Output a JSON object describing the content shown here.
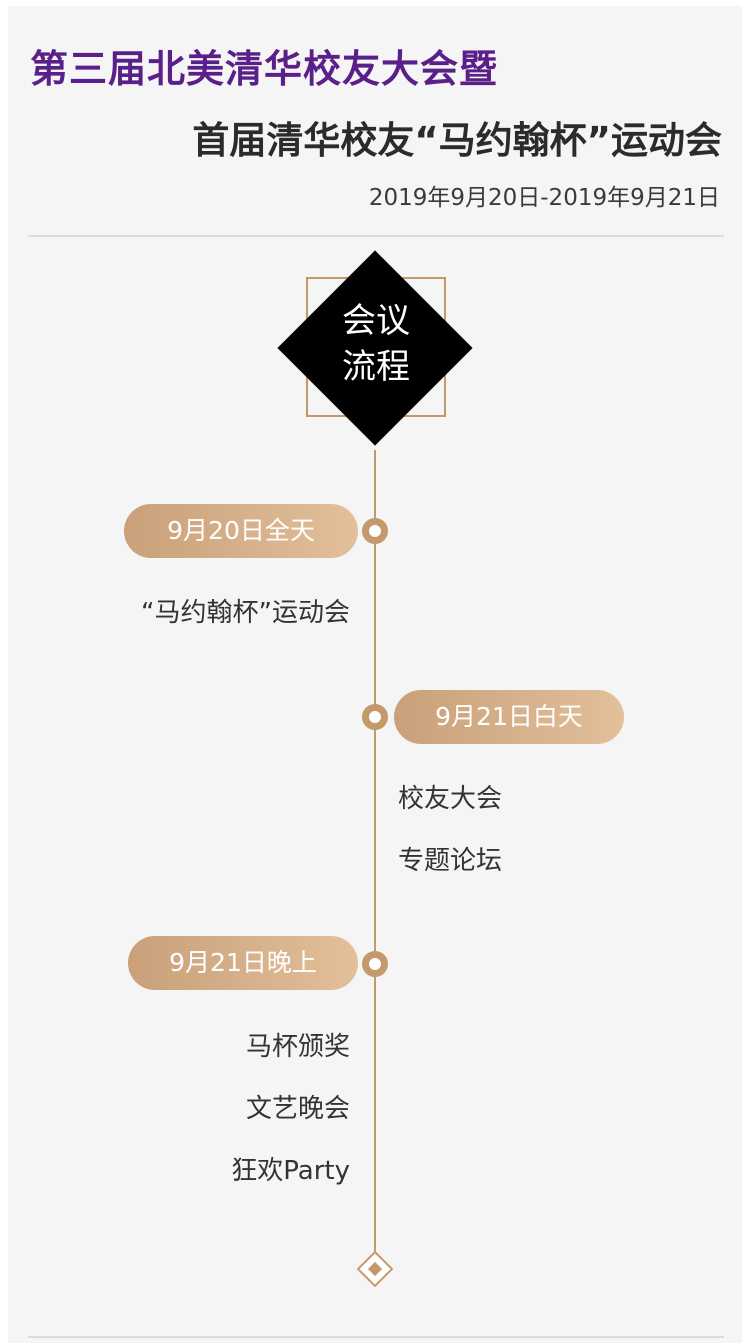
{
  "header": {
    "title_line1": "第三届北美清华校友大会暨",
    "title_line2": "首届清华校友“马约翰杯”运动会",
    "date_range": "2019年9月20日-2019年9月21日"
  },
  "badge": {
    "line1": "会议",
    "line2": "流程"
  },
  "timeline": [
    {
      "date": "9月20日全天",
      "items": [
        "“马约翰杯”运动会"
      ]
    },
    {
      "date": "9月21日白天",
      "items": [
        "校友大会",
        "专题论坛"
      ]
    },
    {
      "date": "9月21日晚上",
      "items": [
        "马杯颁奖",
        "文艺晚会",
        "狂欢Party"
      ]
    }
  ],
  "colors": {
    "title_purple": "#5b1f8a",
    "accent_gold": "#c49a6c",
    "background": "#f5f5f5"
  }
}
